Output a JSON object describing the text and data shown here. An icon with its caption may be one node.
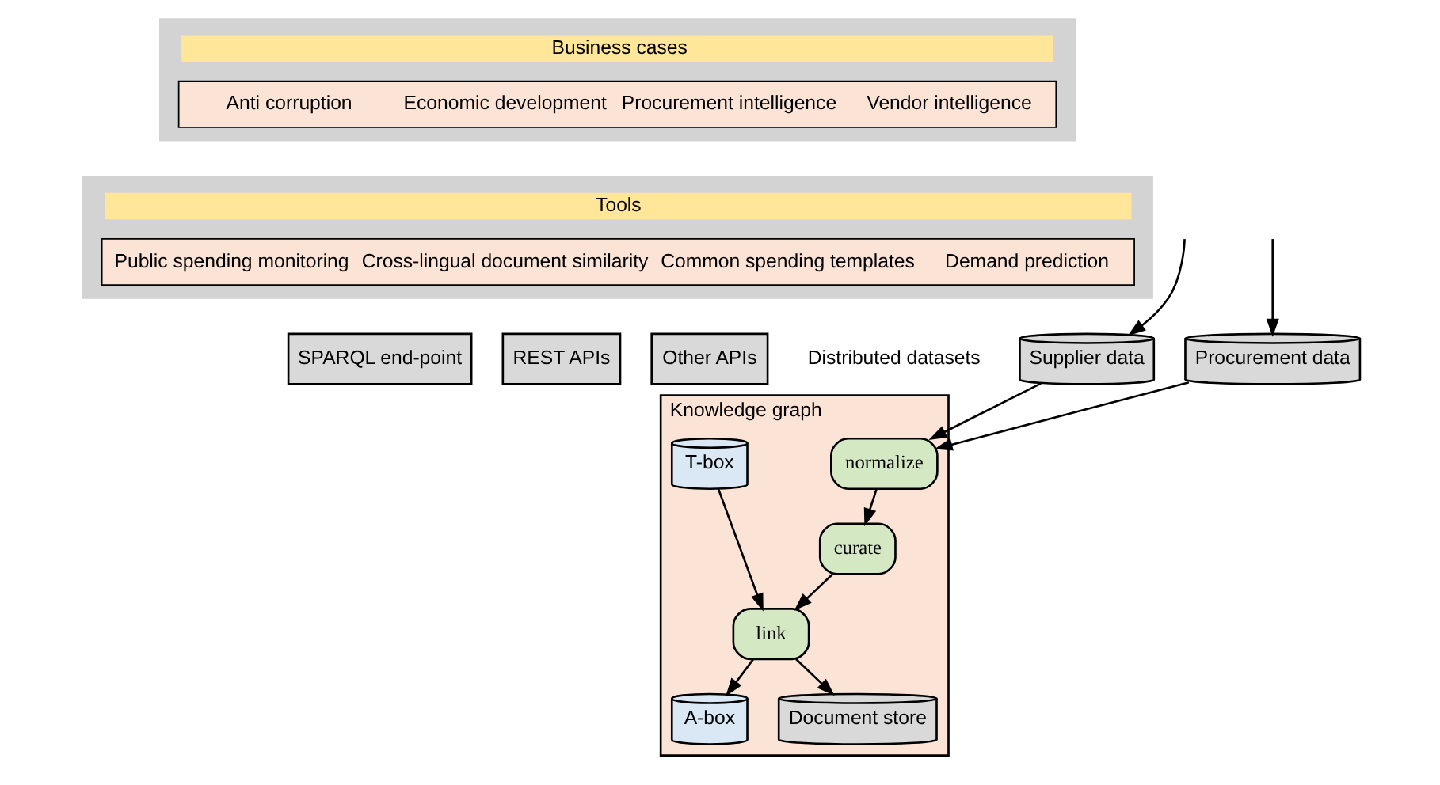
{
  "diagram": {
    "nodes": [
      {
        "text": [
          "Business cases",
          "Anti corruption",
          "Economic development",
          "Procurement intelligence",
          "Vendor intelligence"
        ]
      },
      {
        "text": [
          "Tools",
          "Public spending monitoring",
          "Cross-lingual document similarity",
          "Common spending templates",
          "Demand prediction"
        ]
      },
      {
        "text": [
          "Supplier data"
        ]
      },
      {
        "text": [
          "Procurement data"
        ]
      },
      {
        "text": [
          "Knowledge graph"
        ]
      },
      {
        "text": [
          "SPARQL end-point"
        ]
      },
      {
        "text": [
          "REST APIs"
        ]
      },
      {
        "text": [
          "Other APIs"
        ]
      },
      {
        "text": [
          "normalize"
        ],
        "in": 4
      },
      {
        "text": [
          "curate"
        ],
        "in": 4
      },
      {
        "text": [
          "link"
        ],
        "in": 4
      },
      {
        "text": [
          "T-box"
        ],
        "in": 4
      },
      {
        "text": [
          "A-box"
        ],
        "in": 4
      },
      {
        "text": [
          "Document store"
        ],
        "in": 4
      }
    ],
    "edges": [
      {
        "from": null,
        "to": 2,
        "arrow": "to"
      },
      {
        "from": null,
        "to": 3,
        "arrow": "to"
      },
      {
        "from": 2,
        "to": 8,
        "arrow": "to"
      },
      {
        "from": 3,
        "to": 8,
        "arrow": "to"
      },
      {
        "from": 8,
        "to": 9,
        "arrow": "to"
      },
      {
        "from": 9,
        "to": 10,
        "arrow": "to"
      },
      {
        "from": 10,
        "to": 12,
        "arrow": "to"
      },
      {
        "from": 10,
        "to": 13,
        "arrow": "to"
      },
      {
        "from": 11,
        "to": 10,
        "arrow": "to"
      }
    ],
    "labels": [
      "Distributed datasets"
    ]
  }
}
